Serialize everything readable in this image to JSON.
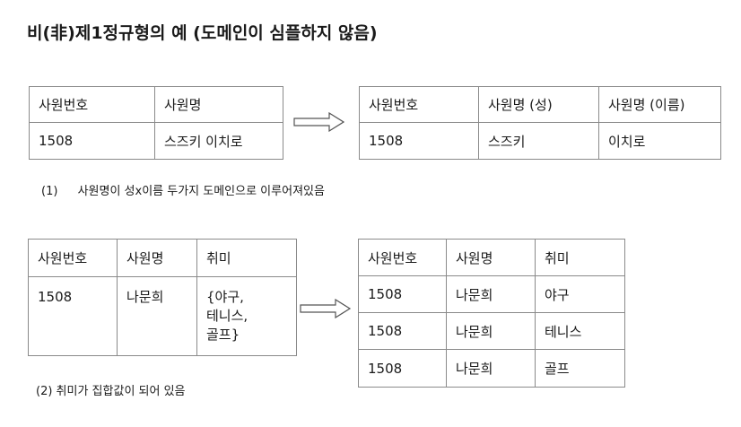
{
  "title": "비(非)제1정규형의 예 (도메인이 심플하지 않음)",
  "example1": {
    "left_table": {
      "headers": [
        "사원번호",
        "사원명"
      ],
      "row": [
        "1508",
        "스즈키 이치로"
      ]
    },
    "right_table": {
      "headers": [
        "사원번호",
        "사원명 (성)",
        "사원명 (이름)"
      ],
      "row": [
        "1508",
        "스즈키",
        "이치로"
      ]
    },
    "caption_number": "(1)",
    "caption_text": "사원명이 성x이름 두가지 도메인으로 이루어져있음"
  },
  "example2": {
    "left_table": {
      "headers": [
        "사원번호",
        "사원명",
        "취미"
      ],
      "row": [
        "1508",
        "나문희",
        "{야구,",
        "테니스,",
        "골프}"
      ]
    },
    "right_table": {
      "headers": [
        "사원번호",
        "사원명",
        "취미"
      ],
      "rows": [
        [
          "1508",
          "나문희",
          "야구"
        ],
        [
          "1508",
          "나문희",
          "테니스"
        ],
        [
          "1508",
          "나문희",
          "골프"
        ]
      ]
    },
    "caption": "(2) 취미가 집합값이 되어 있음"
  }
}
